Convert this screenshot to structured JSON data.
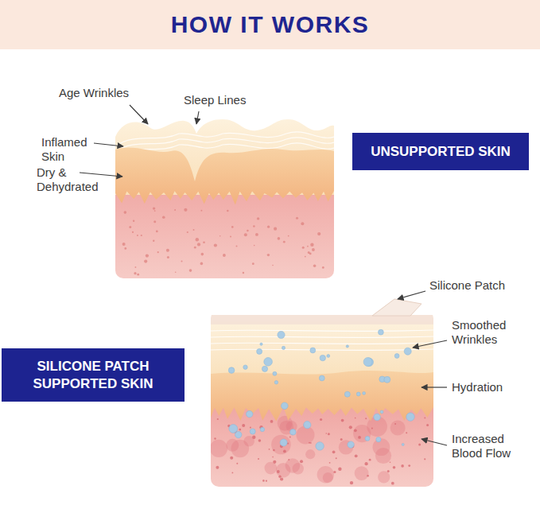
{
  "diagram": {
    "title": "HOW IT WORKS",
    "nodes": [
      {
        "text": [
          "UNSUPPORTED SKIN"
        ]
      },
      {
        "text": [
          "SILICONE PATCH SUPPORTED SKIN"
        ]
      }
    ],
    "labels": [
      "Age Wrinkles",
      "Sleep Lines",
      "Inflamed Skin",
      "Dry & Dehydrated",
      "Silicone Patch",
      "Smoothed Wrinkles",
      "Hydration",
      "Increased Blood Flow"
    ]
  }
}
